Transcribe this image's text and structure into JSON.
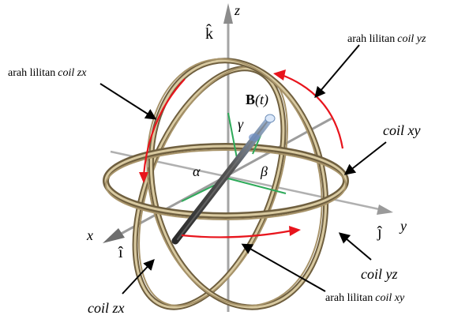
{
  "axes": {
    "z": "z",
    "y": "y",
    "x": "x",
    "k_hat": "k̂",
    "j_hat": "ĵ",
    "i_hat": "î"
  },
  "angles": {
    "alpha": "α",
    "beta": "β",
    "gamma": "γ"
  },
  "field": {
    "bold": "B",
    "arg": "(t)"
  },
  "labels": {
    "winding_prefix": "arah lilitan",
    "winding_zx_coil": "coil zx",
    "winding_yz_coil": "coil yz",
    "winding_xy_coil": "coil xy",
    "coil_xy": "coil xy",
    "coil_yz": "coil yz",
    "coil_zx": "coil zx"
  },
  "colors": {
    "coil": "#a8946a",
    "coil_light": "#d8c9a0",
    "coil_dark": "#6f5f3f",
    "arrow_red": "#e8141c",
    "angle_green": "#2eaa5a",
    "axis_gray": "#9a9a9a",
    "vector_dark": "#3c3c3c",
    "vector_tip": "#c9dcf5"
  }
}
